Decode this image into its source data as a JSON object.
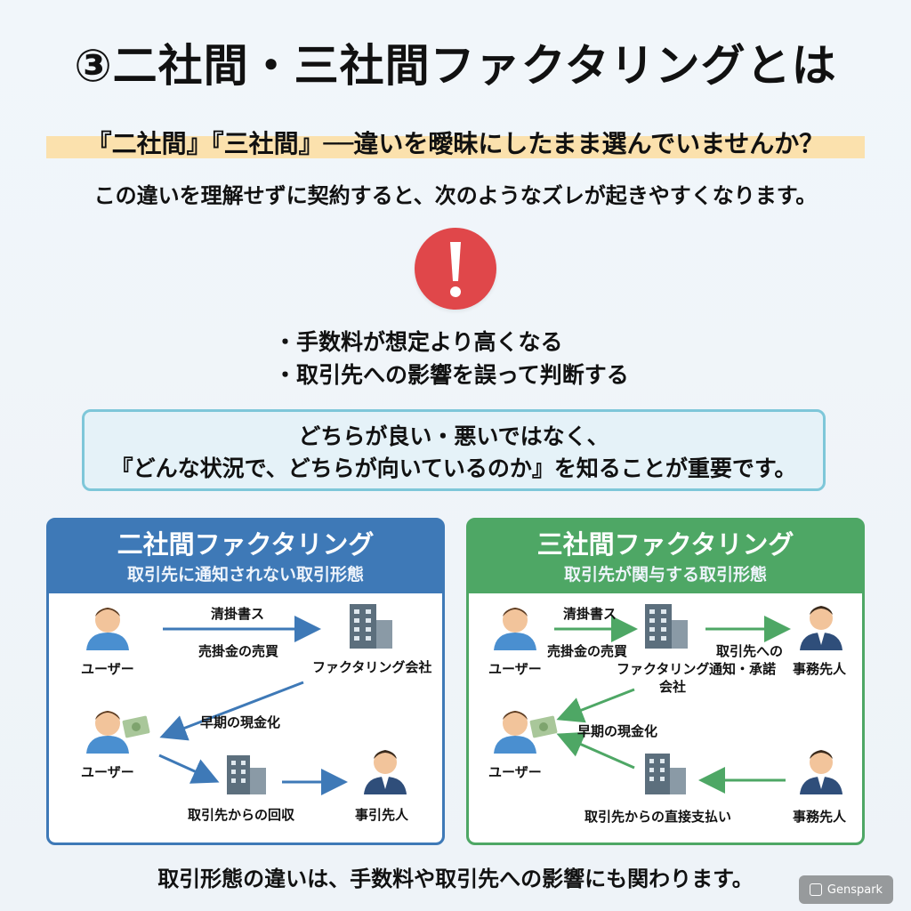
{
  "title": "③二社間・三社間ファクタリングとは",
  "question": "『二社間』『三社間』──違いを曖昧にしたまま選んでいませんか？",
  "subline": "この違いを理解せずに契約すると、次のようなズレが起きやすくなります。",
  "alert": {
    "icon": "exclamation-icon",
    "color": "#e0474a"
  },
  "bullets": [
    "手数料が想定より高くなる",
    "取引先への影響を誤って判断する"
  ],
  "notice": {
    "line1": "どちらが良い・悪いではなく、",
    "line2": "『どんな状況で、どちらが向いているのか』を知ることが重要です。"
  },
  "two_party": {
    "title": "二社間ファクタリング",
    "subtitle": "取引先に通知されない取引形態",
    "accent": "#3e79b7",
    "labels": {
      "user1": "ユーザー",
      "doc": "清掛書ス",
      "sale": "売掛金の売買",
      "company": "ファクタリング会社",
      "cash": "早期の現金化",
      "user2": "ユーザー",
      "collect": "取引先からの回収",
      "client": "事引先人"
    }
  },
  "three_party": {
    "title": "三社間ファクタリング",
    "subtitle": "取引先が関与する取引形態",
    "accent": "#4ea765",
    "labels": {
      "user1": "ユーザー",
      "doc": "清掛書ス",
      "sale": "売掛金の売買",
      "company1": "ファクタリング",
      "company2": "会社",
      "notice1": "取引先への",
      "notice2": "通知・承諾",
      "client_top": "事務先人",
      "cash": "早期の現金化",
      "user2": "ユーザー",
      "pay": "取引先からの直接支払い",
      "client_bottom": "事務先人"
    }
  },
  "footer": "取引形態の違いは、手数料や取引先への影響にも関わります。",
  "badge": {
    "label": "Genspark",
    "icon": "genspark-logo-icon"
  }
}
